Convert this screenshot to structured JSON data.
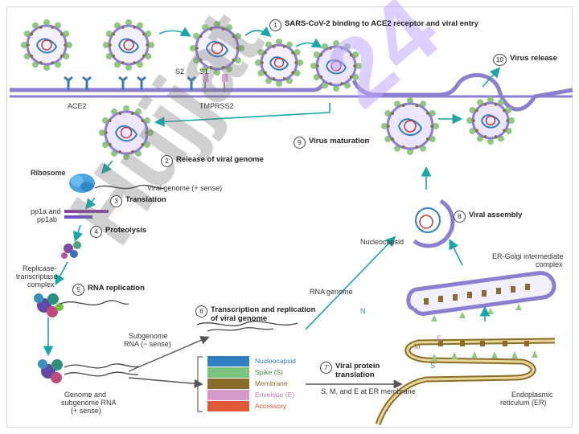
{
  "steps": {
    "s1": {
      "num": "1",
      "text": "SARS-CoV-2 binding to ACE2 receptor and viral entry"
    },
    "s2": {
      "num": "2",
      "text": "Release of viral genome"
    },
    "s3": {
      "num": "3",
      "text": "Translation"
    },
    "s4": {
      "num": "4",
      "text": "Proteolysis"
    },
    "s5": {
      "num": "5",
      "text": "RNA replication"
    },
    "s6": {
      "num": "6",
      "text_line1": "Transcription and replication",
      "text_line2": "of viral genome"
    },
    "s7": {
      "num": "7",
      "text_line1": "Viral protein",
      "text_line2": "translation"
    },
    "s8": {
      "num": "8",
      "text": "Viral assembly"
    },
    "s9": {
      "num": "9",
      "text": "Virus maturation"
    },
    "s10": {
      "num": "10",
      "text": "Virus release"
    }
  },
  "labels": {
    "ace2": "ACE2",
    "s2": "S2",
    "s1": "S1",
    "tmprss2": "TMPRSS2",
    "ribosome": "Ribosome",
    "viral_genome": "Viral genome (+ sense)",
    "pp1a": "pp1a and",
    "pp1ab": "pp1ab",
    "replicase1": "Replicase-",
    "replicase2": "transcriptase",
    "replicase3": "complex",
    "subgenome1": "Subgenome",
    "subgenome2": "RNA (− sense)",
    "genome_sub1": "Genome and",
    "genome_sub2": "subgenome RNA",
    "genome_sub3": "(+ sense)",
    "rna_genome": "RNA genome",
    "n_label": "N",
    "nucleocapsid": "Nucleocapsid",
    "ergic1": "ER-Golgi intermediate",
    "ergic2": "complex",
    "m_label": "M",
    "e_label": "E",
    "s_label": "S",
    "sme": "S, M, and E at ER membrane",
    "er1": "Endoplasmic",
    "er2": "reticulum (ER)"
  },
  "legend": [
    {
      "label": "Nucleocapsid (N)",
      "color": "#2f7fc1",
      "text_color": "#2f7fc1"
    },
    {
      "label": "Spike (S)",
      "color": "#7bc47f",
      "text_color": "#3c8f44"
    },
    {
      "label": "Membrane (M)",
      "color": "#8a6d2b",
      "text_color": "#8a6d2b"
    },
    {
      "label": "Envelope (E)",
      "color": "#d69ac8",
      "text_color": "#c07ab0"
    },
    {
      "label": "Accessory",
      "color": "#e05a3a",
      "text_color": "#e05a3a"
    }
  ],
  "watermark": {
    "big": "Hujjat",
    "small": "24"
  }
}
